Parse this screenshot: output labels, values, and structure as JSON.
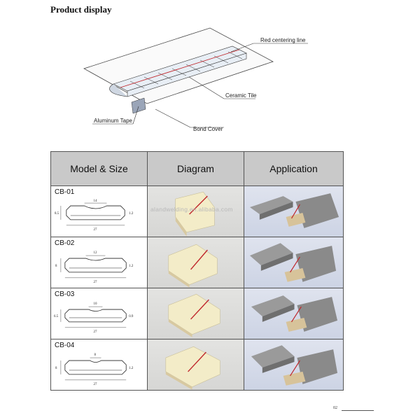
{
  "page": {
    "title": "Product display",
    "page_number": "02"
  },
  "illustration": {
    "labels": {
      "red_line": "Red centering line",
      "ceramic": "Ceramic Tile",
      "aluminum": "Aluminum Tape",
      "bond": "Bond Cover"
    }
  },
  "table": {
    "headers": {
      "model": "Model & Size",
      "diagram": "Diagram",
      "application": "Application"
    },
    "watermark": "alandwelding.en.alibaba.com",
    "rows": [
      {
        "model": "CB-01",
        "top": "14",
        "left": "8.5",
        "right": "1.2",
        "bottom": "27"
      },
      {
        "model": "CB-02",
        "top": "12",
        "left": "8",
        "right": "1.2",
        "bottom": "27"
      },
      {
        "model": "CB-03",
        "top": "10",
        "left": "6.5",
        "right": "0.9",
        "bottom": "27"
      },
      {
        "model": "CB-04",
        "top": "8",
        "left": "8",
        "right": "1.2",
        "bottom": "27"
      }
    ]
  },
  "colors": {
    "header_bg": "#c9c9c9",
    "red_line": "#c0262b",
    "ceramic": "#f3ecc8",
    "steel": "#8a8a8a"
  }
}
